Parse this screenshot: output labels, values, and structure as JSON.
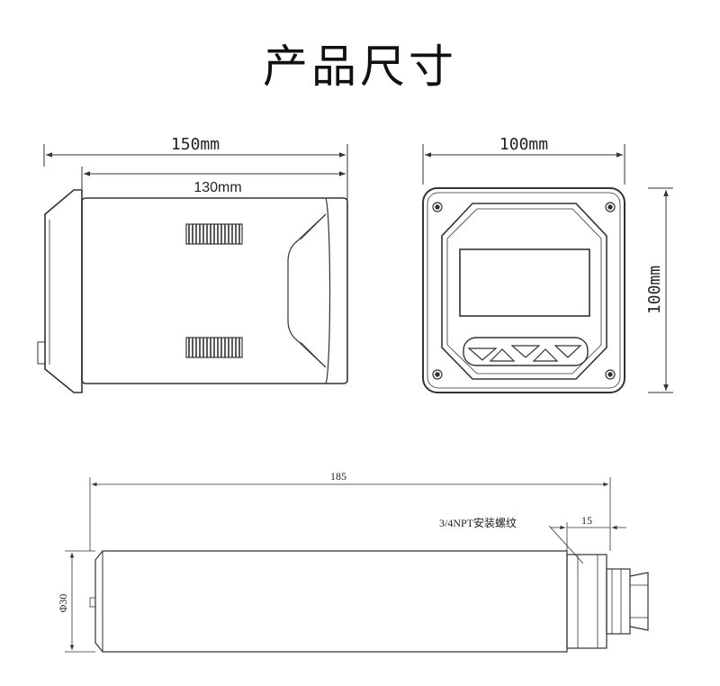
{
  "title": "产品尺寸",
  "side_view": {
    "overall_width": "150mm",
    "body_width": "130mm"
  },
  "front_view": {
    "width": "100mm",
    "height": "100mm"
  },
  "sensor": {
    "length": "185",
    "thread_label": "3/4NPT安装螺纹",
    "thread_length": "15",
    "diameter": "Φ30"
  },
  "colors": {
    "line": "#333333",
    "panel_stroke": "#222222"
  }
}
